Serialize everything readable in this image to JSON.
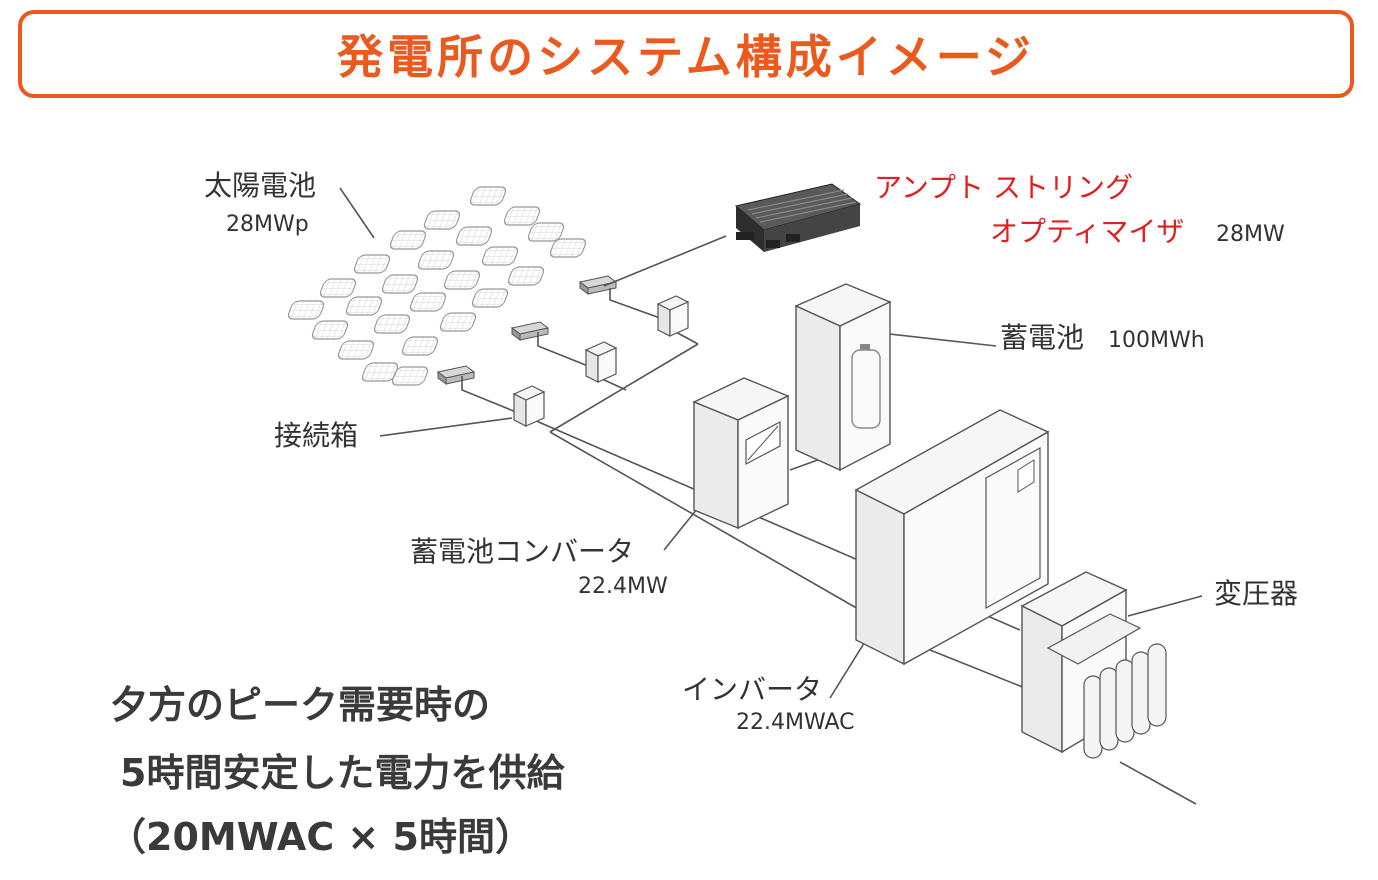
{
  "title": "発電所のシステム構成イメージ",
  "labels": {
    "solar": "太陽電池",
    "solar_capacity": "28MWp",
    "optimizer_line1": "アンプト ストリング",
    "optimizer_line2": "オプティマイザ",
    "optimizer_capacity": "28MW",
    "battery": "蓄電池",
    "battery_capacity": "100MWh",
    "junction_box": "接続箱",
    "battery_converter": "蓄電池コンバータ",
    "battery_converter_capacity": "22.4MW",
    "transformer": "変圧器",
    "inverter": "インバータ",
    "inverter_capacity": "22.4MWAC"
  },
  "summary": {
    "line1": "夕方のピーク需要時の",
    "line2": "5時間安定した電力を供給",
    "line3": "（20MWAC × 5時間）"
  },
  "colors": {
    "accent": "#ea5a1f",
    "optimizer_label": "#e02020",
    "text": "#333333",
    "line": "#555555"
  }
}
